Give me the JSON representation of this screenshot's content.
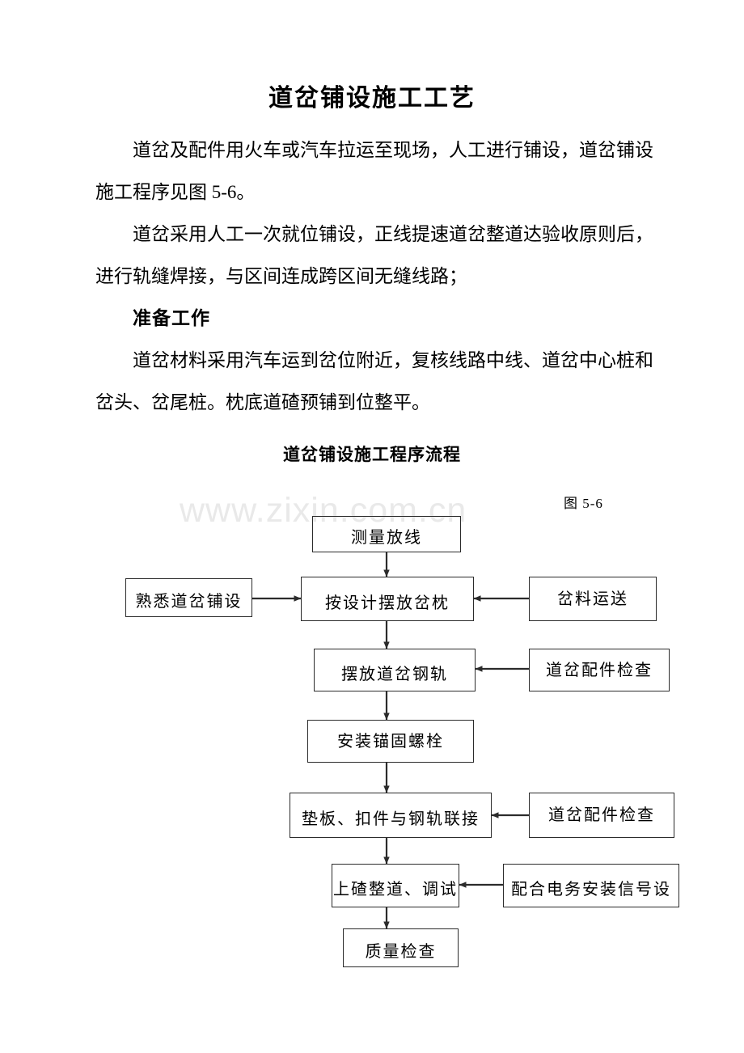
{
  "document": {
    "title": "道岔铺设施工工艺",
    "paragraphs": [
      "道岔及配件用火车或汽车拉运至现场，人工进行铺设，道岔铺设施工程序见图 5-6。",
      "道岔采用人工一次就位铺设，正线提速道岔整道达验收原则后，进行轨缝焊接，与区间连成跨区间无缝线路；"
    ],
    "subheading": "准备工作",
    "paragraph_after_subheading": "道岔材料采用汽车运到岔位附近，复核线路中线、道岔中心桩和岔头、岔尾桩。枕底道碴预铺到位整平。"
  },
  "figure": {
    "title": "道岔铺设施工程序流程",
    "label": "图 5-6",
    "watermark": "www.zixin.com.cn",
    "nodes": {
      "survey": "测量放线",
      "familiarize": "熟悉道岔铺设",
      "place_sleepers": "按设计摆放岔枕",
      "material_transport": "岔料运送",
      "place_rails": "摆放道岔钢轨",
      "parts_check_1": "道岔配件检查",
      "anchor_bolts": "安装锚固螺栓",
      "plate_fastener": "垫板、扣件与钢轨联接",
      "parts_check_2": "道岔配件检查",
      "ballast_tamping": "上碴整道、调试",
      "signal_equipment": "配合电务安装信号设",
      "quality_check": "质量检查"
    }
  },
  "colors": {
    "text": "#000000",
    "line": "#2b2b2b",
    "watermark": "#e9e9e9",
    "background": "#ffffff"
  }
}
